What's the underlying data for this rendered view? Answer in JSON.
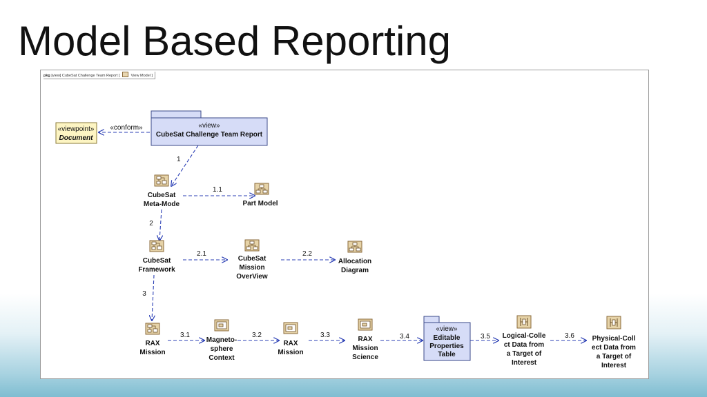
{
  "slide": {
    "title": "Model Based Reporting"
  },
  "frame": {
    "kind": "pkg",
    "text": "[view] CubeSat Challenge Team Report [",
    "suffix": "View Model ]"
  },
  "viewpoint": {
    "stereotype": "«viewpoint»",
    "name": "Document"
  },
  "view_main": {
    "stereotype": "«view»",
    "name": "CubeSat Challenge Team Report"
  },
  "conform_label": "«conform»",
  "view_table": {
    "stereotype": "«view»",
    "lines": [
      "Editable",
      "Properties",
      "Table"
    ]
  },
  "nodes": {
    "meta": [
      "CubeSat",
      "Meta-Mode"
    ],
    "part": [
      "Part Model"
    ],
    "framework": [
      "CubeSat",
      "Framework"
    ],
    "overview": [
      "CubeSat",
      "Mission",
      "OverView"
    ],
    "allocation": [
      "Allocation",
      "Diagram"
    ],
    "rax": [
      "RAX",
      "Mission"
    ],
    "magneto": [
      "Magneto-",
      "sphere",
      "Context"
    ],
    "rax2": [
      "RAX",
      "Mission"
    ],
    "raxsci": [
      "RAX",
      "Mission",
      "Science"
    ],
    "logical": [
      "Logical-Colle",
      "ct Data from",
      "a Target of",
      "Interest"
    ],
    "physical": [
      "Physical-Coll",
      "ect Data from",
      "a Target of",
      "Interest"
    ]
  },
  "edge_labels": {
    "e1": "1",
    "e11": "1.1",
    "e2": "2",
    "e21": "2.1",
    "e22": "2.2",
    "e3": "3",
    "e31": "3.1",
    "e32": "3.2",
    "e33": "3.3",
    "e34": "3.4",
    "e35": "3.5",
    "e36": "3.6"
  },
  "colors": {
    "edge": "#2b3fb5",
    "view_fill": "#d6dcf7",
    "viewpoint_fill": "#fdf5c3",
    "icon_fill": "#e6d3a8",
    "icon_stroke": "#8a6a3a"
  }
}
